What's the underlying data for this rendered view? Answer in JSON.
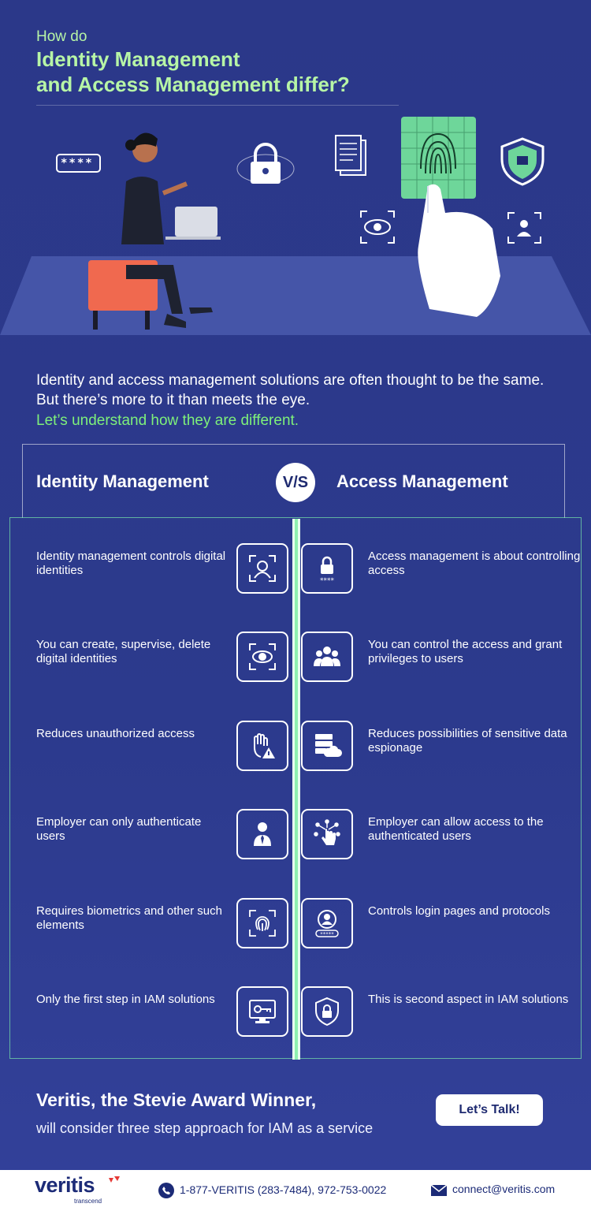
{
  "header": {
    "kicker": "How do",
    "title_line1": "Identity Management",
    "title_line2": "and Access Management differ?"
  },
  "hero": {
    "password_mask": "****"
  },
  "intro": {
    "text": "Identity and access management solutions are often thought to be the same. But there’s more to it than meets the eye.",
    "highlight": "Let’s understand how they are different."
  },
  "comparison": {
    "left_heading": "Identity Management",
    "right_heading": "Access Management",
    "vs_label": "V/S",
    "rows": [
      {
        "left": "Identity management controls digital identities",
        "left_icon": "face-scan-icon",
        "right": "Access management is about controlling access",
        "right_icon": "lock-password-icon"
      },
      {
        "left": "You can create, supervise, delete digital identities",
        "left_icon": "eye-scan-icon",
        "right": "You can control the access and grant privileges to users",
        "right_icon": "user-group-icon"
      },
      {
        "left": "Reduces unauthorized access",
        "left_icon": "hand-warning-icon",
        "right": "Reduces possibilities of sensitive data espionage",
        "right_icon": "server-cloud-icon"
      },
      {
        "left": "Employer can only authenticate users",
        "left_icon": "user-tie-icon",
        "right": "Employer can allow access to the authenticated users",
        "right_icon": "touch-network-icon"
      },
      {
        "left": "Requires biometrics and other such elements",
        "left_icon": "fingerprint-icon",
        "right": "Controls login pages and protocols",
        "right_icon": "login-user-icon"
      },
      {
        "left": "Only the first step in IAM solutions",
        "left_icon": "monitor-key-icon",
        "right": "This is second aspect in IAM solutions",
        "right_icon": "shield-lock-icon"
      }
    ]
  },
  "cta": {
    "title": "Veritis, the Stevie Award Winner,",
    "subtitle": "will consider three step approach for IAM as a service",
    "button": "Let’s Talk!"
  },
  "footer": {
    "logo": "veritis",
    "logo_tagline": "transcend",
    "phone": "1-877-VERITIS (283-7484), 972-753-0022",
    "email": "connect@veritis.com"
  },
  "colors": {
    "background": "#2c3a8c",
    "accent_green": "#b7f5a6",
    "highlight_green": "#7ef07a",
    "brand_navy": "#1c2b77",
    "logo_red": "#e53935"
  }
}
